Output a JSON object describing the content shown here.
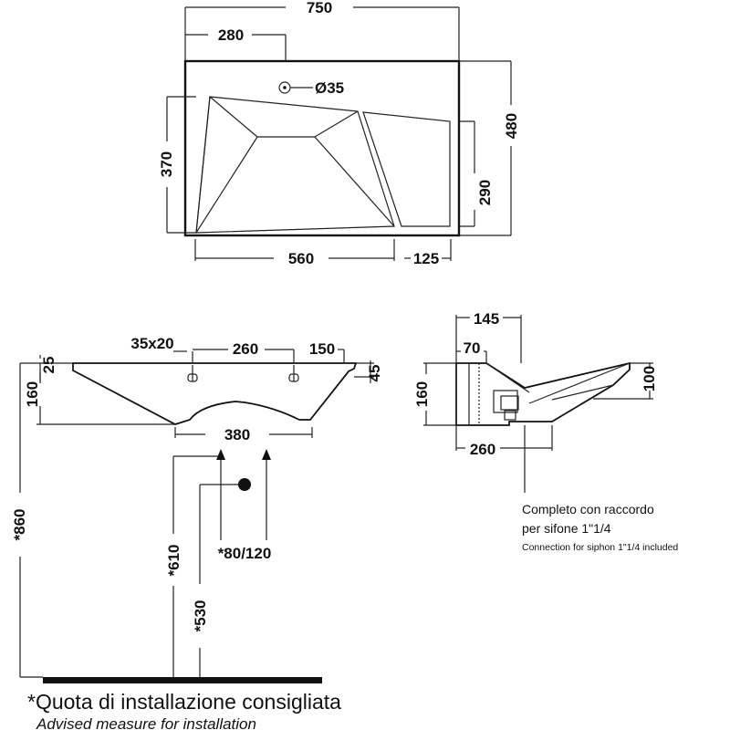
{
  "top_view": {
    "overall_width": "750",
    "tap_offset": "280",
    "tap_hole": "Ø35",
    "overall_depth": "480",
    "basin_depth": "370",
    "shelf_depth": "290",
    "basin_width": "560",
    "shelf_width": "125"
  },
  "front_view": {
    "tap_hole_size": "35x20",
    "fixing_spacing": "260",
    "fixing_offset": "150",
    "rim_thickness_left": "25",
    "rim_thickness_right": "45",
    "height": "160",
    "waste_cut_width": "380",
    "install_height_total": "*860",
    "install_height_fixing": "*610",
    "install_height_waste": "*530",
    "fixing_range": "*80/120"
  },
  "side_view": {
    "top_depth": "145",
    "inner_offset": "70",
    "height": "160",
    "front_height": "100",
    "bottom_depth": "260"
  },
  "notes": {
    "siphon_it_line1": "Completo con raccordo",
    "siphon_it_line2": "per sifone 1\"1/4",
    "siphon_en": "Connection for siphon 1\"1/4 included"
  },
  "footer": {
    "italian": "*Quota di installazione consigliata",
    "english": "Advised measure for installation"
  }
}
